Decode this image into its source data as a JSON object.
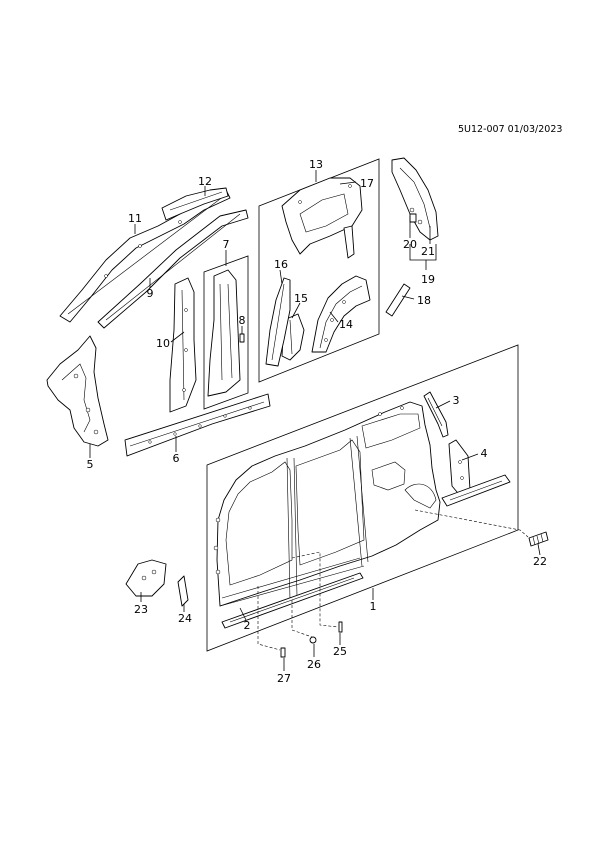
{
  "document": {
    "code": "5U12-007 01/03/2023"
  },
  "callouts": [
    {
      "id": "c1",
      "label": "1"
    },
    {
      "id": "c2",
      "label": "2"
    },
    {
      "id": "c3",
      "label": "3"
    },
    {
      "id": "c4",
      "label": "4"
    },
    {
      "id": "c5",
      "label": "5"
    },
    {
      "id": "c6",
      "label": "6"
    },
    {
      "id": "c7",
      "label": "7"
    },
    {
      "id": "c8",
      "label": "8"
    },
    {
      "id": "c9",
      "label": "9"
    },
    {
      "id": "c10",
      "label": "10"
    },
    {
      "id": "c11",
      "label": "11"
    },
    {
      "id": "c12",
      "label": "12"
    },
    {
      "id": "c13",
      "label": "13"
    },
    {
      "id": "c14",
      "label": "14"
    },
    {
      "id": "c15",
      "label": "15"
    },
    {
      "id": "c16",
      "label": "16"
    },
    {
      "id": "c17",
      "label": "17"
    },
    {
      "id": "c18",
      "label": "18"
    },
    {
      "id": "c19",
      "label": "19"
    },
    {
      "id": "c20",
      "label": "20"
    },
    {
      "id": "c21",
      "label": "21"
    },
    {
      "id": "c22",
      "label": "22"
    },
    {
      "id": "c23",
      "label": "23"
    },
    {
      "id": "c24",
      "label": "24"
    },
    {
      "id": "c25",
      "label": "25"
    },
    {
      "id": "c26",
      "label": "26"
    },
    {
      "id": "c27",
      "label": "27"
    }
  ]
}
